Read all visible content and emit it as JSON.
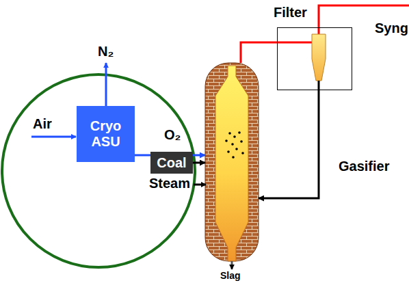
{
  "diagram": {
    "nodes": [
      {
        "text": [
          "Cryo ASU"
        ]
      },
      {
        "text": [
          "Coal"
        ]
      },
      {
        "text": [
          "Gasifier"
        ]
      },
      {
        "text": [
          "Filter"
        ]
      }
    ],
    "edges": [
      {
        "from": 0,
        "to": 2,
        "label": "O₂",
        "arrow": "to"
      },
      {
        "from": 1,
        "to": 2,
        "arrow": "to"
      },
      {
        "from": 2,
        "to": 3,
        "arrow": "none"
      },
      {
        "from": 3,
        "to": 2,
        "arrow": "to"
      }
    ],
    "labels": [
      "N₂",
      "Air",
      "Steam",
      "Slag",
      "Syng"
    ]
  }
}
